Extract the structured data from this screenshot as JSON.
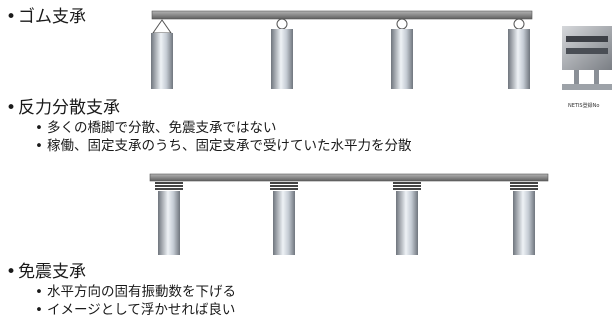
{
  "sections": [
    {
      "heading": "ゴム支承",
      "subitems": []
    },
    {
      "heading": "反力分散支承",
      "subitems": [
        "多くの橋脚で分散、免震支承ではない",
        "稼働、固定支承のうち、固定支承で受けていた水平力を分散"
      ]
    },
    {
      "heading": "免震支承",
      "subitems": [
        "水平方向の固有振動数を下げる",
        "イメージとして浮かせれば良い"
      ]
    }
  ],
  "photo_caption": "NETIS登録No",
  "colors": {
    "girder": "#8c8c8c",
    "pier_dark": "#7a8088",
    "pier_light": "#e9edf2"
  }
}
